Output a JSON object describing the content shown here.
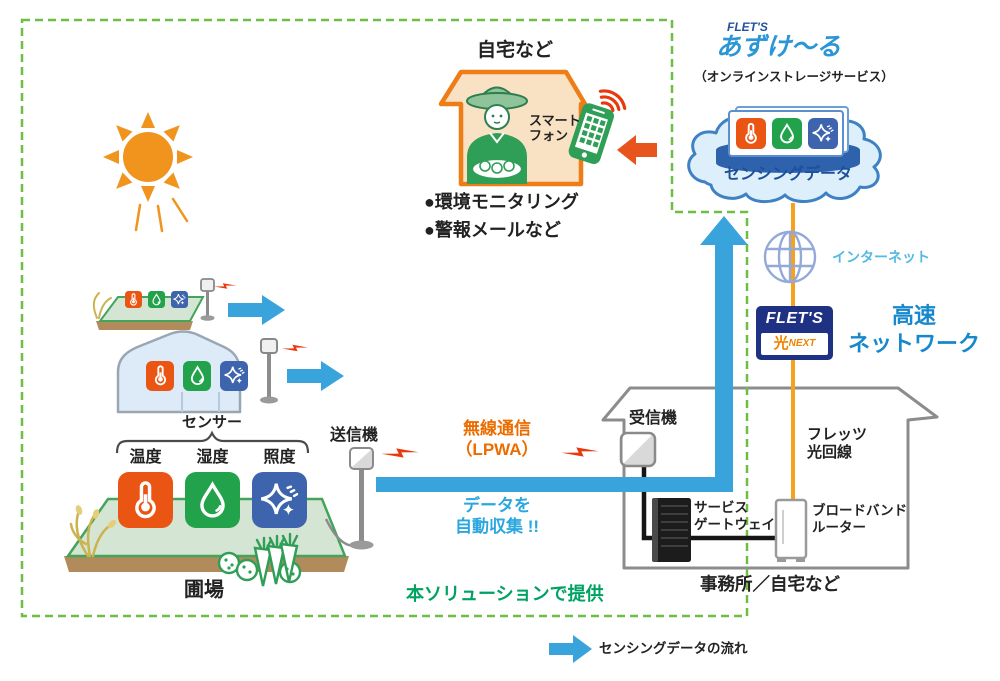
{
  "diagram": {
    "solution_area_label": "本ソリューションで提供",
    "legend_label": "センシングデータの流れ"
  },
  "cloud_service": {
    "brand_prefix": "FLET'S",
    "brand_name": "あずけ〜る",
    "subtitle": "（オンラインストレージサービス）",
    "content_label": "センシングデータ"
  },
  "network": {
    "internet_label": "インターネット",
    "speed_line1": "高速",
    "speed_line2": "ネットワーク",
    "logo_brand": "FLET'S",
    "logo_hikari": "光",
    "logo_next": "NEXT",
    "fiber_line1": "フレッツ",
    "fiber_line2": "光回線"
  },
  "home": {
    "title": "自宅など",
    "smartphone_line1": "スマート",
    "smartphone_line2": "フォン",
    "feature1": "●環境モニタリング",
    "feature2": "●警報メールなど"
  },
  "field": {
    "sensor_group_label": "センサー",
    "sensor_temp": "温度",
    "sensor_humidity": "湿度",
    "sensor_light": "照度",
    "name": "圃場"
  },
  "wireless": {
    "transmitter_label": "送信機",
    "receiver_label": "受信機",
    "line1": "無線通信",
    "line2": "（LPWA）",
    "collect_line1": "データを",
    "collect_line2": "自動収集 !!"
  },
  "office": {
    "name": "事務所／自宅など",
    "gateway_line1": "サービス",
    "gateway_line2": "ゲートウェイ",
    "router_line1": "ブロードバンド",
    "router_line2": "ルーター"
  },
  "colors": {
    "flow_blue": "#39a3dc",
    "accent_orange": "#f0941e",
    "alert_red": "#e8380d",
    "solution_green": "#00a263",
    "sensor_orange": "#ea5514",
    "sensor_green": "#22a24b",
    "sensor_blue": "#3d64ad",
    "logo_navy": "#1e3183",
    "fiber_orange": "#f6a21c",
    "cloud_border": "#3e82c4"
  }
}
